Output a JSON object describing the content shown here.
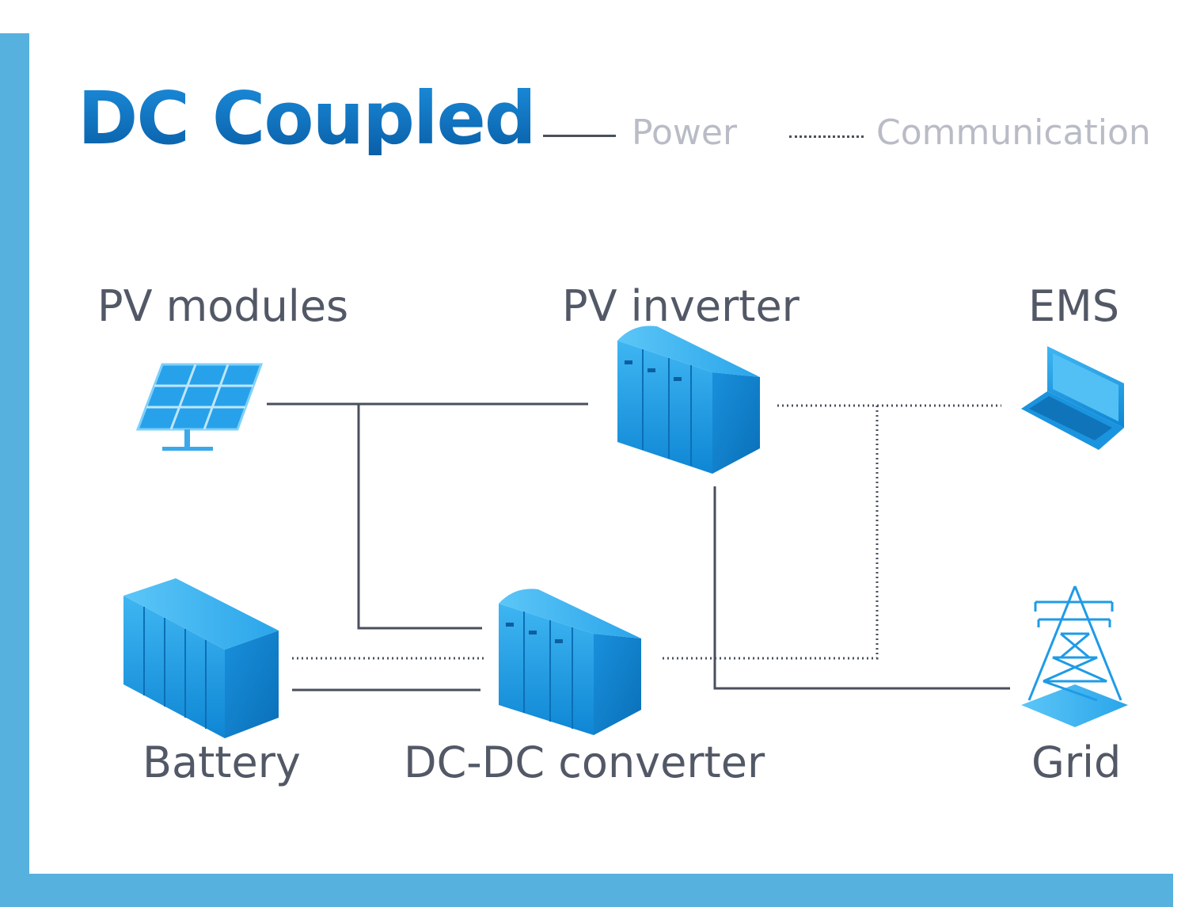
{
  "title": "DC Coupled",
  "legend": {
    "power": "Power",
    "communication": "Communication"
  },
  "nodes": {
    "pv_modules": "PV modules",
    "pv_inverter": "PV inverter",
    "ems": "EMS",
    "battery": "Battery",
    "dc_dc_converter": "DC-DC converter",
    "grid": "Grid"
  },
  "icons": {
    "pv_modules": "solar-panel-icon",
    "pv_inverter": "inverter-cabinet-icon",
    "ems": "laptop-icon",
    "battery": "battery-container-icon",
    "dc_dc_converter": "converter-cabinet-icon",
    "grid": "transmission-tower-icon"
  },
  "colors": {
    "frame": "#57b1df",
    "title": "#0a68b6",
    "legend_text": "#b9bcc6",
    "label_text": "#525866",
    "line": "#4a4f5e",
    "device_blue": "#1e9be6"
  }
}
